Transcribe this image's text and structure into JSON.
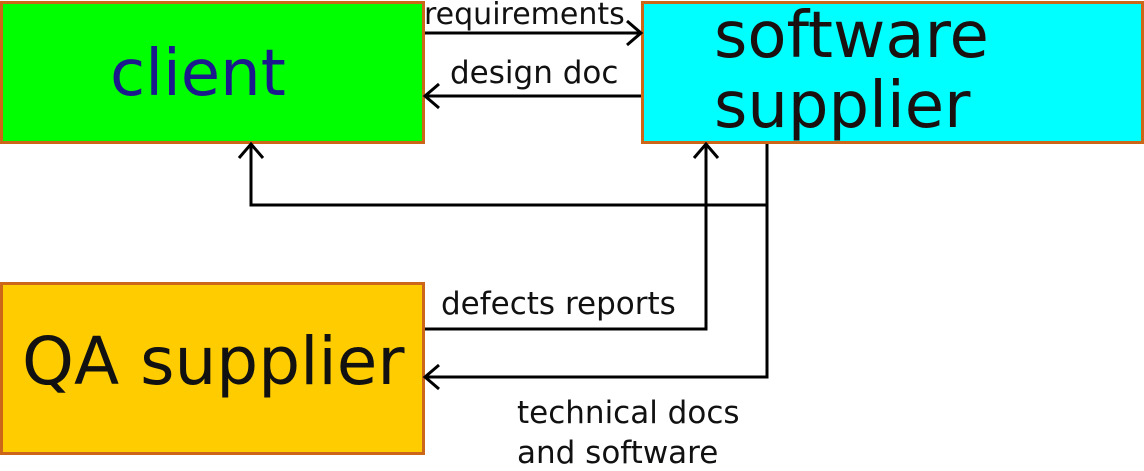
{
  "nodes": {
    "client": {
      "label": "client",
      "fill": "#00ff00",
      "text_color": "#1a1a8c"
    },
    "software_supplier": {
      "label_line1": "software",
      "label_line2": "supplier",
      "fill": "#00ffff"
    },
    "qa_supplier": {
      "label": "QA supplier",
      "fill": "#ffcc00"
    },
    "border_color": "#cc6618"
  },
  "edges": {
    "requirements": {
      "label": "requirements",
      "from": "client",
      "to": "software_supplier"
    },
    "design_doc": {
      "label": "design doc",
      "from": "software_supplier",
      "to": "client"
    },
    "software_to_client": {
      "label": "",
      "from": "software_supplier",
      "to": "client"
    },
    "defects_reports": {
      "label": "defects reports",
      "from": "qa_supplier",
      "to": "software_supplier"
    },
    "technical_docs": {
      "label_line1": "technical docs",
      "label_line2": "and software",
      "from": "software_supplier",
      "to": "qa_supplier"
    }
  }
}
